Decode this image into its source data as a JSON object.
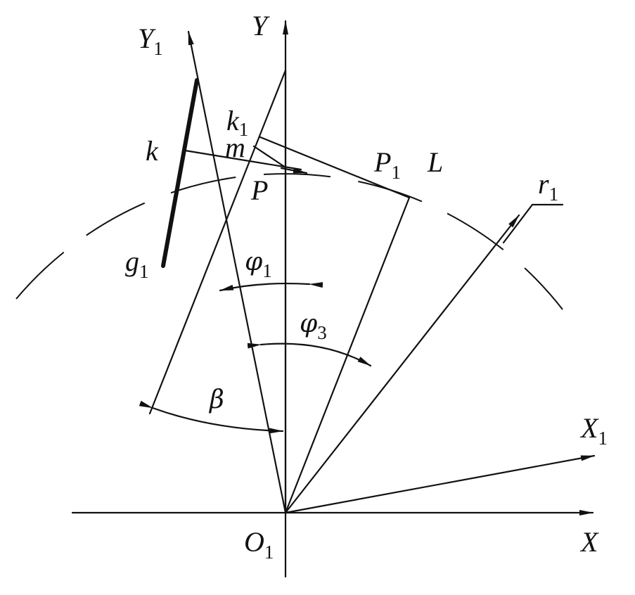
{
  "labels": {
    "Y1": {
      "base": "Y",
      "sub": "1"
    },
    "Y": {
      "base": "Y"
    },
    "X1": {
      "base": "X",
      "sub": "1"
    },
    "X": {
      "base": "X"
    },
    "O1": {
      "base": "O",
      "sub": "1"
    },
    "k1": {
      "base": "k",
      "sub": "1"
    },
    "k": {
      "base": "k"
    },
    "m": {
      "base": "m"
    },
    "P": {
      "base": "P"
    },
    "P1": {
      "base": "P",
      "sub": "1"
    },
    "L": {
      "base": "L"
    },
    "r1": {
      "base": "r",
      "sub": "1"
    },
    "g1": {
      "base": "g",
      "sub": "1"
    },
    "phi1": {
      "base": "φ",
      "sub": "1"
    },
    "phi3": {
      "base": "φ",
      "sub": "3"
    },
    "beta": {
      "base": "β"
    }
  }
}
